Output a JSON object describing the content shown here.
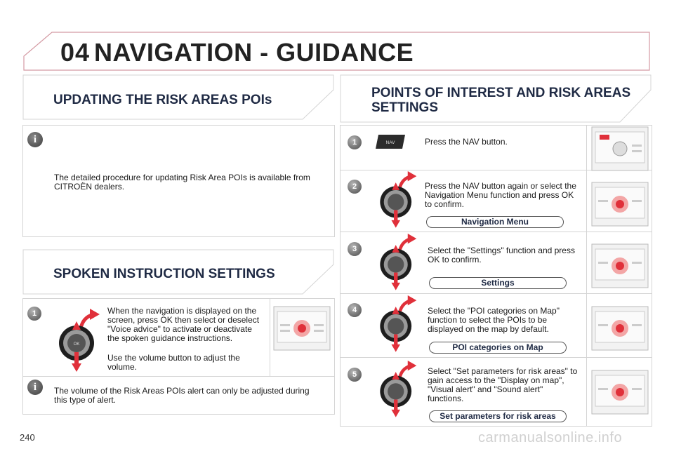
{
  "header": {
    "chapter": "04",
    "title": "NAVIGATION - GUIDANCE"
  },
  "page_number": "240",
  "watermark": "carmanualsonline.info",
  "left": {
    "risk_update": {
      "heading": "UPDATING THE RISK AREAS POIs",
      "text": "The detailed procedure for updating Risk Area POIs is available from CITROËN dealers."
    },
    "spoken": {
      "heading": "SPOKEN INSTRUCTION SETTINGS",
      "step_number": "1",
      "text_1": "When the navigation is displayed on the screen, press OK then select or deselect \"Voice advice\" to activate or deactivate the spoken guidance instructions.",
      "text_2": "Use the volume button to adjust the volume.",
      "note": "The volume of the Risk Areas POIs alert can only be adjusted during this type of alert."
    }
  },
  "right": {
    "heading": "POINTS OF INTEREST AND RISK AREAS SETTINGS",
    "nav_button_label": "NAV",
    "knob_label": "OK",
    "steps": [
      {
        "number": "1",
        "text": "Press the NAV button.",
        "menu": ""
      },
      {
        "number": "2",
        "text": "Press the NAV button again or select the Navigation Menu function and press OK to confirm.",
        "menu": "Navigation Menu"
      },
      {
        "number": "3",
        "text": "Select the \"Settings\" function and press OK to confirm.",
        "menu": "Settings"
      },
      {
        "number": "4",
        "text": "Select the \"POI categories on Map\" function to select the POIs to be displayed on the map by default.",
        "menu": "POI categories on Map"
      },
      {
        "number": "5",
        "text": "Select \"Set parameters for risk areas\" to gain access to the \"Display on map\", \"Visual alert\" and \"Sound alert\" functions.",
        "menu": "Set parameters for risk areas"
      }
    ]
  },
  "colors": {
    "accent_red": "#e0303a",
    "frame_pink": "#d8a8ae",
    "heading_navy": "#1f2a44"
  }
}
